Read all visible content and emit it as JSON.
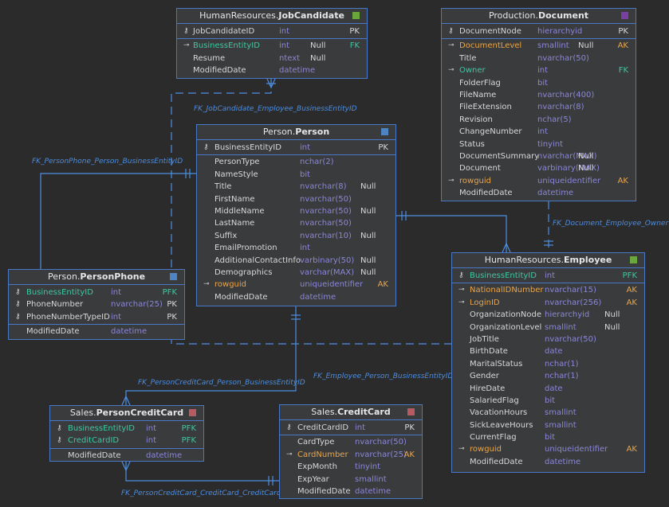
{
  "colors": {
    "background": "#2b2b2b",
    "entity_bg": "#3a3b3d",
    "border": "#4a78c8",
    "type": "#8c86d8",
    "fk_name": "#3fc7a2",
    "ak_name": "#e8a54a",
    "relation": "#4d8ee0",
    "green": "#6aa63b",
    "blue": "#4f84c4",
    "purple": "#7a3fa0",
    "rose": "#b85a62"
  },
  "entities": {
    "jobcandidate": {
      "schema": "HumanResources.",
      "name": "JobCandidate",
      "color": "#6aa63b",
      "columns": [
        {
          "icon": "⚷",
          "name": "JobCandidateID",
          "type": "int",
          "null": "",
          "key": "PK",
          "style": "",
          "pk": true
        },
        {
          "icon": "⊸",
          "name": "BusinessEntityID",
          "type": "int",
          "null": "Null",
          "key": "FK",
          "style": "teal"
        },
        {
          "icon": "",
          "name": "Resume",
          "type": "ntext",
          "null": "Null",
          "key": "",
          "style": ""
        },
        {
          "icon": "",
          "name": "ModifiedDate",
          "type": "datetime",
          "null": "",
          "key": "",
          "style": ""
        }
      ]
    },
    "document": {
      "schema": "Production.",
      "name": "Document",
      "color": "#7a3fa0",
      "columns": [
        {
          "icon": "⚷",
          "name": "DocumentNode",
          "type": "hierarchyid",
          "null": "",
          "key": "PK",
          "style": "",
          "pk": true
        },
        {
          "icon": "⊸",
          "name": "DocumentLevel",
          "type": "smallint",
          "null": "Null",
          "key": "AK",
          "style": "orange"
        },
        {
          "icon": "",
          "name": "Title",
          "type": "nvarchar(50)",
          "null": "",
          "key": "",
          "style": ""
        },
        {
          "icon": "⊸",
          "name": "Owner",
          "type": "int",
          "null": "",
          "key": "FK",
          "style": "teal"
        },
        {
          "icon": "",
          "name": "FolderFlag",
          "type": "bit",
          "null": "",
          "key": "",
          "style": ""
        },
        {
          "icon": "",
          "name": "FileName",
          "type": "nvarchar(400)",
          "null": "",
          "key": "",
          "style": ""
        },
        {
          "icon": "",
          "name": "FileExtension",
          "type": "nvarchar(8)",
          "null": "",
          "key": "",
          "style": ""
        },
        {
          "icon": "",
          "name": "Revision",
          "type": "nchar(5)",
          "null": "",
          "key": "",
          "style": ""
        },
        {
          "icon": "",
          "name": "ChangeNumber",
          "type": "int",
          "null": "",
          "key": "",
          "style": ""
        },
        {
          "icon": "",
          "name": "Status",
          "type": "tinyint",
          "null": "",
          "key": "",
          "style": ""
        },
        {
          "icon": "",
          "name": "DocumentSummary",
          "type": "nvarchar(MAX)",
          "null": "Null",
          "key": "",
          "style": ""
        },
        {
          "icon": "",
          "name": "Document",
          "type": "varbinary(MAX)",
          "null": "Null",
          "key": "",
          "style": ""
        },
        {
          "icon": "⊸",
          "name": "rowguid",
          "type": "uniqueidentifier",
          "null": "",
          "key": "AK",
          "style": "orange"
        },
        {
          "icon": "",
          "name": "ModifiedDate",
          "type": "datetime",
          "null": "",
          "key": "",
          "style": ""
        }
      ]
    },
    "person": {
      "schema": "Person.",
      "name": "Person",
      "color": "#4f84c4",
      "columns": [
        {
          "icon": "⚷",
          "name": "BusinessEntityID",
          "type": "int",
          "null": "",
          "key": "PK",
          "style": "",
          "pk": true
        },
        {
          "icon": "",
          "name": "PersonType",
          "type": "nchar(2)",
          "null": "",
          "key": "",
          "style": ""
        },
        {
          "icon": "",
          "name": "NameStyle",
          "type": "bit",
          "null": "",
          "key": "",
          "style": ""
        },
        {
          "icon": "",
          "name": "Title",
          "type": "nvarchar(8)",
          "null": "Null",
          "key": "",
          "style": ""
        },
        {
          "icon": "",
          "name": "FirstName",
          "type": "nvarchar(50)",
          "null": "",
          "key": "",
          "style": ""
        },
        {
          "icon": "",
          "name": "MiddleName",
          "type": "nvarchar(50)",
          "null": "Null",
          "key": "",
          "style": ""
        },
        {
          "icon": "",
          "name": "LastName",
          "type": "nvarchar(50)",
          "null": "",
          "key": "",
          "style": ""
        },
        {
          "icon": "",
          "name": "Suffix",
          "type": "nvarchar(10)",
          "null": "Null",
          "key": "",
          "style": ""
        },
        {
          "icon": "",
          "name": "EmailPromotion",
          "type": "int",
          "null": "",
          "key": "",
          "style": ""
        },
        {
          "icon": "",
          "name": "AdditionalContactInfo",
          "type": "varbinary(50)",
          "null": "Null",
          "key": "",
          "style": ""
        },
        {
          "icon": "",
          "name": "Demographics",
          "type": "varchar(MAX)",
          "null": "Null",
          "key": "",
          "style": ""
        },
        {
          "icon": "⊸",
          "name": "rowguid",
          "type": "uniqueidentifier",
          "null": "",
          "key": "AK",
          "style": "orange"
        },
        {
          "icon": "",
          "name": "ModifiedDate",
          "type": "datetime",
          "null": "",
          "key": "",
          "style": ""
        }
      ]
    },
    "personphone": {
      "schema": "Person.",
      "name": "PersonPhone",
      "color": "#4f84c4",
      "columns": [
        {
          "icon": "⚷",
          "name": "BusinessEntityID",
          "type": "int",
          "null": "",
          "key": "PFK",
          "style": "teal",
          "pk": true
        },
        {
          "icon": "⚷",
          "name": "PhoneNumber",
          "type": "nvarchar(25)",
          "null": "",
          "key": "PK",
          "style": "",
          "pk": true
        },
        {
          "icon": "⚷",
          "name": "PhoneNumberTypeID",
          "type": "int",
          "null": "",
          "key": "PK",
          "style": "",
          "pk": true
        },
        {
          "icon": "",
          "name": "ModifiedDate",
          "type": "datetime",
          "null": "",
          "key": "",
          "style": ""
        }
      ]
    },
    "employee": {
      "schema": "HumanResources.",
      "name": "Employee",
      "color": "#6aa63b",
      "columns": [
        {
          "icon": "⚷",
          "name": "BusinessEntityID",
          "type": "int",
          "null": "",
          "key": "PFK",
          "style": "teal",
          "pk": true
        },
        {
          "icon": "⊸",
          "name": "NationalIDNumber",
          "type": "nvarchar(15)",
          "null": "",
          "key": "AK",
          "style": "orange"
        },
        {
          "icon": "⊸",
          "name": "LoginID",
          "type": "nvarchar(256)",
          "null": "",
          "key": "AK",
          "style": "orange"
        },
        {
          "icon": "",
          "name": "OrganizationNode",
          "type": "hierarchyid",
          "null": "Null",
          "key": "",
          "style": ""
        },
        {
          "icon": "",
          "name": "OrganizationLevel",
          "type": "smallint",
          "null": "Null",
          "key": "",
          "style": ""
        },
        {
          "icon": "",
          "name": "JobTitle",
          "type": "nvarchar(50)",
          "null": "",
          "key": "",
          "style": ""
        },
        {
          "icon": "",
          "name": "BirthDate",
          "type": "date",
          "null": "",
          "key": "",
          "style": ""
        },
        {
          "icon": "",
          "name": "MaritalStatus",
          "type": "nchar(1)",
          "null": "",
          "key": "",
          "style": ""
        },
        {
          "icon": "",
          "name": "Gender",
          "type": "nchar(1)",
          "null": "",
          "key": "",
          "style": ""
        },
        {
          "icon": "",
          "name": "HireDate",
          "type": "date",
          "null": "",
          "key": "",
          "style": ""
        },
        {
          "icon": "",
          "name": "SalariedFlag",
          "type": "bit",
          "null": "",
          "key": "",
          "style": ""
        },
        {
          "icon": "",
          "name": "VacationHours",
          "type": "smallint",
          "null": "",
          "key": "",
          "style": ""
        },
        {
          "icon": "",
          "name": "SickLeaveHours",
          "type": "smallint",
          "null": "",
          "key": "",
          "style": ""
        },
        {
          "icon": "",
          "name": "CurrentFlag",
          "type": "bit",
          "null": "",
          "key": "",
          "style": ""
        },
        {
          "icon": "⊸",
          "name": "rowguid",
          "type": "uniqueidentifier",
          "null": "",
          "key": "AK",
          "style": "orange"
        },
        {
          "icon": "",
          "name": "ModifiedDate",
          "type": "datetime",
          "null": "",
          "key": "",
          "style": ""
        }
      ]
    },
    "personcreditcard": {
      "schema": "Sales.",
      "name": "PersonCreditCard",
      "color": "#b85a62",
      "columns": [
        {
          "icon": "⚷",
          "name": "BusinessEntityID",
          "type": "int",
          "null": "",
          "key": "PFK",
          "style": "teal",
          "pk": true
        },
        {
          "icon": "⚷",
          "name": "CreditCardID",
          "type": "int",
          "null": "",
          "key": "PFK",
          "style": "teal",
          "pk": true
        },
        {
          "icon": "",
          "name": "ModifiedDate",
          "type": "datetime",
          "null": "",
          "key": "",
          "style": ""
        }
      ]
    },
    "creditcard": {
      "schema": "Sales.",
      "name": "CreditCard",
      "color": "#b85a62",
      "columns": [
        {
          "icon": "⚷",
          "name": "CreditCardID",
          "type": "int",
          "null": "",
          "key": "PK",
          "style": "",
          "pk": true
        },
        {
          "icon": "",
          "name": "CardType",
          "type": "nvarchar(50)",
          "null": "",
          "key": "",
          "style": ""
        },
        {
          "icon": "⊸",
          "name": "CardNumber",
          "type": "nvarchar(25)",
          "null": "",
          "key": "AK",
          "style": "orange"
        },
        {
          "icon": "",
          "name": "ExpMonth",
          "type": "tinyint",
          "null": "",
          "key": "",
          "style": ""
        },
        {
          "icon": "",
          "name": "ExpYear",
          "type": "smallint",
          "null": "",
          "key": "",
          "style": ""
        },
        {
          "icon": "",
          "name": "ModifiedDate",
          "type": "datetime",
          "null": "",
          "key": "",
          "style": ""
        }
      ]
    }
  },
  "relations": {
    "jobcandidate_employee": "FK_JobCandidate_Employee_BusinessEntityID",
    "personphone_person": "FK_PersonPhone_Person_BusinessEntityID",
    "document_employee": "FK_Document_Employee_Owner",
    "employee_person": "FK_Employee_Person_BusinessEntityID",
    "personcreditcard_person": "FK_PersonCreditCard_Person_BusinessEntityID",
    "personcreditcard_creditcard": "FK_PersonCreditCard_CreditCard_CreditCardID"
  }
}
